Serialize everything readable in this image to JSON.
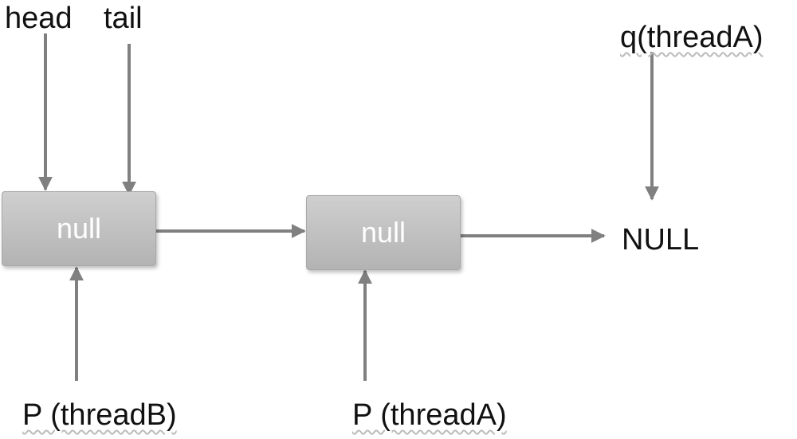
{
  "pointers": {
    "head": "head",
    "tail": "tail",
    "q": "q(threadA)",
    "p_thread_b": "P (threadB)",
    "p_thread_a": "P (threadA)"
  },
  "nodes": [
    {
      "label": "null"
    },
    {
      "label": "null"
    }
  ],
  "terminal": "NULL",
  "colors": {
    "arrow": "#808080",
    "node_fill": "#c2c2c2",
    "node_text": "#ffffff",
    "text": "#111111"
  }
}
